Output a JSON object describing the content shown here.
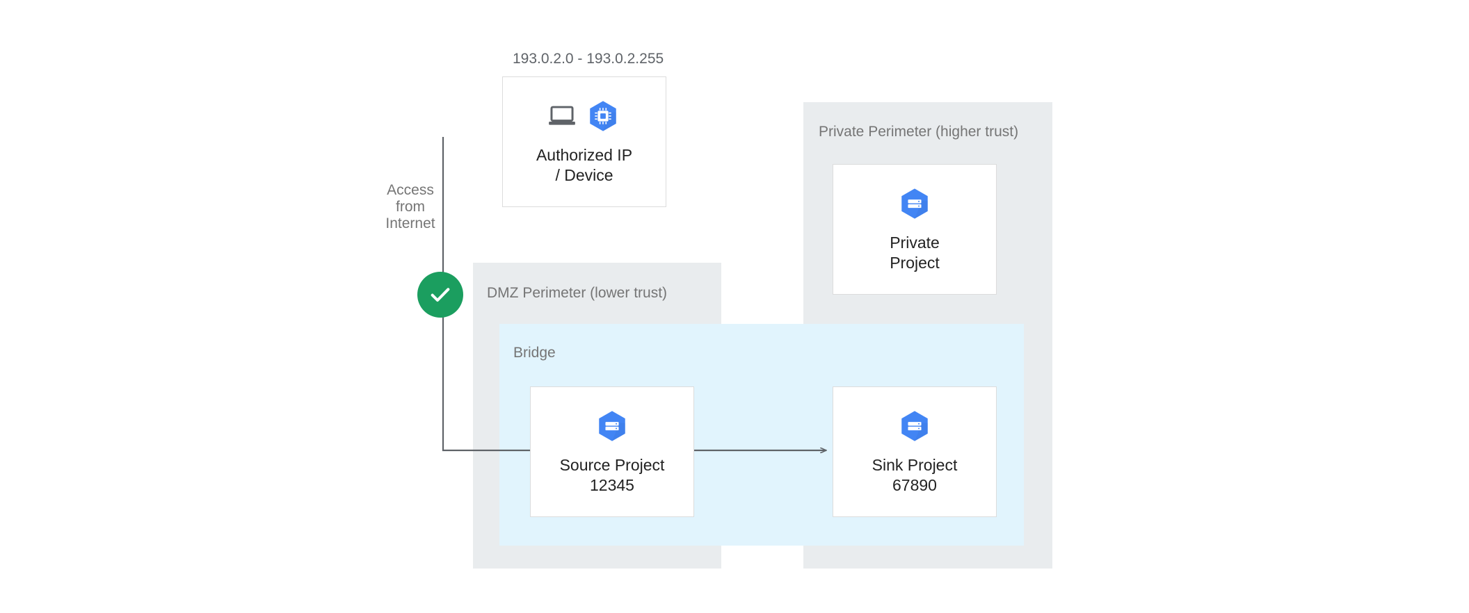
{
  "diagram": {
    "title_caption": "193.0.2.0 - 193.0.2.255",
    "access_caption": "Access\nfrom\nInternet",
    "accent_blue": "#4285f4",
    "accent_blue_dark": "#3a74d8",
    "zone_fill": "#e9ecee",
    "bridge_fill": "#e1f4fd",
    "check_green": "#1b9e5f",
    "connector_gray": "#5f6368",
    "card_border": "#dcdcdc",
    "label_gray": "#757575"
  },
  "zones": [
    {
      "key": "dmz",
      "label": "DMZ Perimeter (lower trust)"
    },
    {
      "key": "private",
      "label": "Private Perimeter (higher trust)"
    }
  ],
  "bridge": {
    "label": "Bridge"
  },
  "nodes": {
    "authorized": {
      "title": "Authorized IP\n/ Device",
      "icons": [
        "laptop-icon",
        "compute-engine-icon"
      ]
    },
    "private_project": {
      "title": "Private\nProject",
      "icons": [
        "gcp-project-icon"
      ]
    },
    "source_project": {
      "title": "Source Project\n12345",
      "icons": [
        "gcp-project-icon"
      ]
    },
    "sink_project": {
      "title": "Sink Project\n67890",
      "icons": [
        "gcp-project-icon"
      ]
    }
  },
  "badges": {
    "allow_check": "check-icon"
  }
}
